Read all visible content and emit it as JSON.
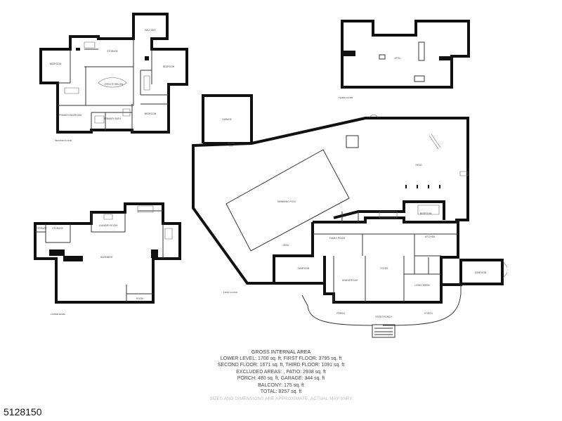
{
  "floors": {
    "second": {
      "label": "SECOND FLOOR",
      "rooms": {
        "balcony": "BALCONY",
        "storage": "STORAGE",
        "open_to_below": "OPEN TO BELOW",
        "bedroom_right": "BEDROOM",
        "bedroom_left": "BEDROOM",
        "primary_bedroom": "PRIMARY BEDROOM",
        "primary_bath": "PRIMARY BATH",
        "bedroom_lower": "BEDROOM"
      }
    },
    "third": {
      "label": "THIRD FLOOR",
      "rooms": {
        "attic": "ATTIC"
      }
    },
    "first": {
      "label": "FIRST FLOOR",
      "rooms": {
        "garage": "GARAGE",
        "swimming_pool": "SWIMMING POOL",
        "deck": "DECK",
        "patio": "PATIO",
        "bedroom": "BEDROOM",
        "family_room": "FAMILY ROOM",
        "kitchen": "KITCHEN",
        "sunroom_left": "SUNROOM",
        "sunroom_right": "SUNROOM",
        "dining_room": "DINING ROOM",
        "foyer": "FOYER",
        "living_room": "LIVING ROOM",
        "porch_left": "PORCH",
        "porch_right": "PORCH",
        "front_porch": "FRONT PORCH"
      }
    },
    "lower": {
      "label": "LOWER LEVEL",
      "rooms": {
        "storage_left": "STORAGE",
        "storage_mid": "STORAGE",
        "laundry_room": "LAUNDRY ROOM",
        "basement": "BASEMENT",
        "room": "ROOM"
      }
    }
  },
  "summary": {
    "title": "GROSS INTERNAL AREA",
    "line1": "LOWER LEVEL: 1700 sq. ft, FIRST FLOOR: 3795 sq. ft",
    "line2": "SECOND FLOOR: 1671 sq. ft, THIRD FLOOR: 1091 sq. ft",
    "line3": "EXCLUDED AREAS: , PATIO: 2938 sq. ft",
    "line4": "PORCH: 480 sq. ft, GARAGE: 344 sq. ft",
    "line5": "BALCONY: 175 sq. ft",
    "line6": "TOTAL: 8257 sq. ft",
    "note": "SIZES AND DIMENSIONS ARE APPROXIMATE, ACTUAL MAY VARY"
  },
  "listing_id": "5128150",
  "colors": {
    "wall": "#111111",
    "text": "#444444",
    "note": "#bbbbbb"
  }
}
